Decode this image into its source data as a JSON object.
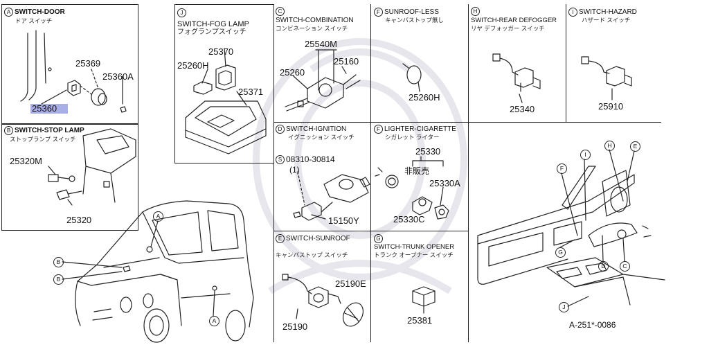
{
  "sections": {
    "a": {
      "marker": "A",
      "title": "SWITCH-DOOR",
      "jp": "ドア スイッチ",
      "parts": [
        "25369",
        "25360A",
        "25360"
      ]
    },
    "b": {
      "marker": "B",
      "title": "SWITCH-STOP LAMP",
      "jp": "ストップランプ スイッチ",
      "parts": [
        "25320M",
        "25320"
      ]
    },
    "j": {
      "marker": "J",
      "title": "SWITCH-FOG LAMP",
      "jp": "フォグランプスイッチ",
      "parts": [
        "25370",
        "25260H",
        "25371"
      ]
    },
    "c": {
      "marker": "C",
      "title": "SWITCH-COMBINATION",
      "jp": "コンビネーション スイッチ",
      "parts": [
        "25540M",
        "25260",
        "25160"
      ]
    },
    "f1": {
      "marker": "F",
      "title": "SUNROOF-LESS",
      "jp": "キャンバストップ無し",
      "parts": [
        "25260H"
      ]
    },
    "h": {
      "marker": "H",
      "title": "SWITCH-REAR DEFOGGER",
      "jp": "リヤ デフォッガー スイッチ",
      "parts": [
        "25340"
      ]
    },
    "i": {
      "marker": "I",
      "title": "SWITCH-HAZARD",
      "jp": "ハザード スイッチ",
      "parts": [
        "25910"
      ]
    },
    "d": {
      "marker": "D",
      "title": "SWITCH-IGNITION",
      "jp": "イグニッション スイッチ",
      "parts": [
        "08310-30814",
        "(1)",
        "15150Y"
      ],
      "s_marker": "S"
    },
    "f2": {
      "marker": "F",
      "title": "LIGHTER-CIGARETTE",
      "jp": "シガレット ライター",
      "parts": [
        "25330",
        "非販売",
        "25330A",
        "25330C"
      ]
    },
    "e": {
      "marker": "E",
      "title": "SWITCH-SUNROOF",
      "jp": "キャンバストップ スイッチ",
      "parts": [
        "25190E",
        "25190"
      ]
    },
    "g": {
      "marker": "G",
      "title": "SWITCH-TRUNK OPENER",
      "jp": "トランク オープナー スイッチ",
      "parts": [
        "25381"
      ]
    }
  },
  "car_callouts": [
    "A",
    "B",
    "B",
    "A"
  ],
  "dash_callouts": [
    "F",
    "I",
    "H",
    "E",
    "G",
    "D",
    "C",
    "J"
  ],
  "reference": "A-251*-0086",
  "colors": {
    "line": "#222222",
    "highlight": "#a9aee6",
    "watermark": "#e6e6ec"
  }
}
